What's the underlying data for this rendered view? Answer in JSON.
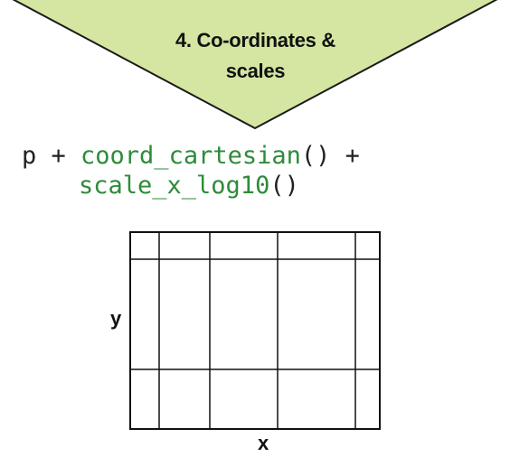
{
  "banner": {
    "title_line1": "4. Co-ordinates &",
    "title_line2": "scales",
    "fill_color": "#d4e6a1",
    "stroke_color": "#1a1a1a"
  },
  "code": {
    "line1_prefix": "p + ",
    "line1_fn": "coord_cartesian",
    "line1_suffix": "() +",
    "line2_fn": "scale_x_log10",
    "line2_suffix": "()",
    "fn_color": "#2e8b3a"
  },
  "plot": {
    "x_label": "x",
    "y_label": "y"
  }
}
